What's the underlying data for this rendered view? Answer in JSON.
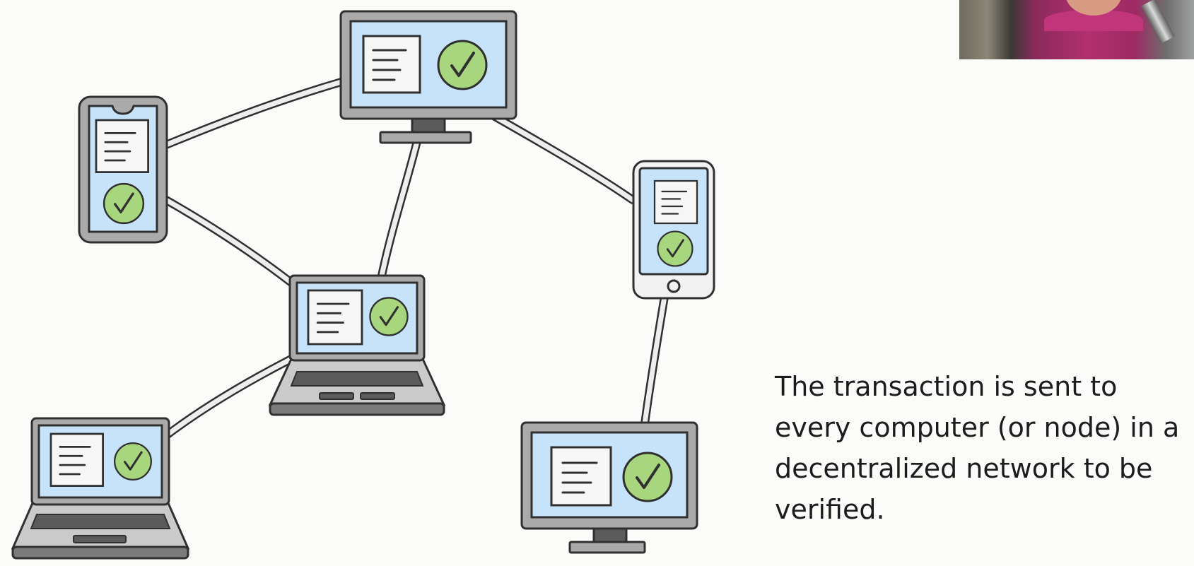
{
  "caption": {
    "lines": [
      "The transaction is sent to",
      "every computer (or node) in a",
      "decentralized network to be",
      "verified."
    ]
  },
  "colors": {
    "background": "#fbfbfa",
    "device_body": "#a9aaa9",
    "device_outline": "#303030",
    "screen": "#c7e3f9",
    "document": "#f6f6f6",
    "check_badge": "#a8d67e",
    "cable": "#eeeeee"
  },
  "icons": {
    "document": "document-icon",
    "verified": "checkmark-badge-icon",
    "webcam": "presenter-webcam-thumbnail"
  }
}
